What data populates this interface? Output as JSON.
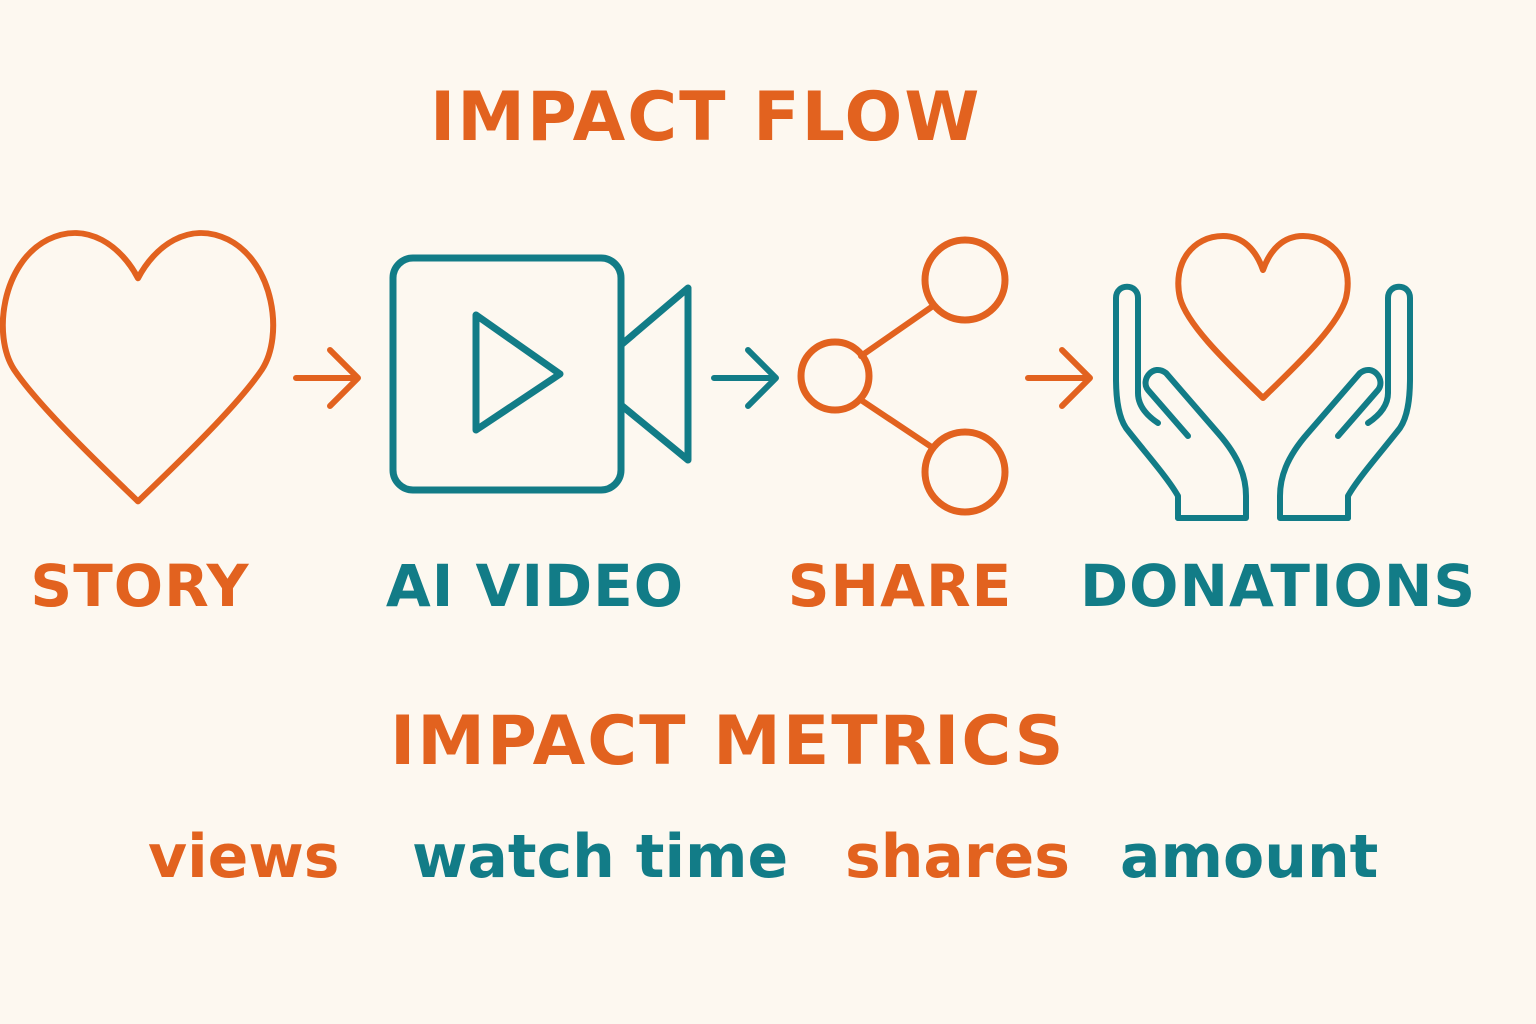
{
  "colors": {
    "orange": "#E2621F",
    "teal": "#127C87",
    "background": "#FDF8F0"
  },
  "flow": {
    "title": "IMPACT FLOW",
    "steps": [
      {
        "label": "STORY",
        "icon": "heart-icon",
        "color": "#E2621F"
      },
      {
        "label": "AI VIDEO",
        "icon": "video-camera-icon",
        "color": "#127C87"
      },
      {
        "label": "SHARE",
        "icon": "share-icon",
        "color": "#E2621F"
      },
      {
        "label": "DONATIONS",
        "icon": "hands-heart-icon",
        "color": "#127C87"
      }
    ],
    "arrows": [
      {
        "icon": "arrow-right-icon",
        "color": "#E2621F"
      },
      {
        "icon": "arrow-right-icon",
        "color": "#127C87"
      },
      {
        "icon": "arrow-right-icon",
        "color": "#E2621F"
      }
    ]
  },
  "metrics": {
    "title": "IMPACT METRICS",
    "items": [
      {
        "label": "views",
        "color": "#E2621F"
      },
      {
        "label": "watch time",
        "color": "#127C87"
      },
      {
        "label": "shares",
        "color": "#E2621F"
      },
      {
        "label": "amount",
        "color": "#127C87"
      }
    ]
  }
}
